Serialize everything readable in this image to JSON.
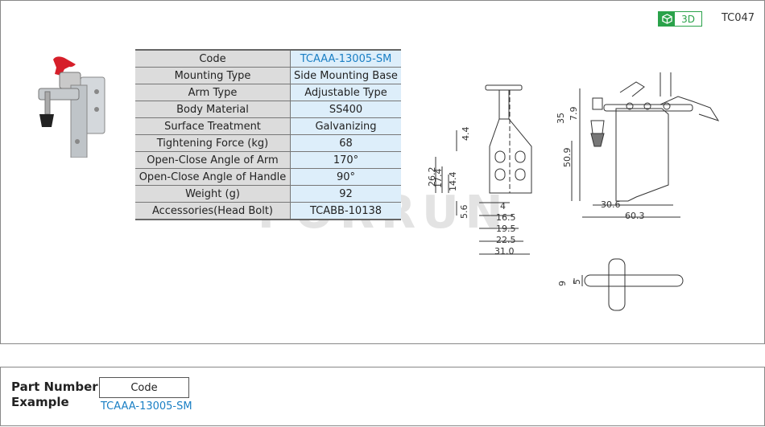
{
  "header": {
    "button_3d": "3D",
    "model_code": "TC047"
  },
  "watermark": "FORRUN",
  "spec_table": {
    "rows": [
      {
        "label": "Code",
        "value": "TCAAA-13005-SM"
      },
      {
        "label": "Mounting Type",
        "value": "Side Mounting Base"
      },
      {
        "label": "Arm Type",
        "value": "Adjustable Type"
      },
      {
        "label": "Body Material",
        "value": "SS400"
      },
      {
        "label": "Surface Treatment",
        "value": "Galvanizing"
      },
      {
        "label": "Tightening Force (kg)",
        "value": "68"
      },
      {
        "label": "Open-Close Angle of Arm",
        "value": "170°"
      },
      {
        "label": "Open-Close  Angle of Handle",
        "value": "90°"
      },
      {
        "label": "Weight (g)",
        "value": "92"
      },
      {
        "label": "Accessories(Head Bolt)",
        "value": "TCABB-10138"
      }
    ]
  },
  "dimensions": {
    "front": [
      "4.4",
      "26.2",
      "17.4",
      "14.4",
      "5.6",
      "4",
      "16.5",
      "19.5",
      "22.5",
      "31.0"
    ],
    "side": [
      "35",
      "7.9",
      "50.9",
      "30.6",
      "60.3"
    ],
    "top": [
      "9",
      "5"
    ]
  },
  "part_number": {
    "title_line1": "Part Number",
    "title_line2": "Example",
    "code_header": "Code",
    "code_value": "TCAAA-13005-SM"
  },
  "colors": {
    "accent_green": "#2aa24a",
    "code_blue": "#1a7fc4",
    "table_key_bg": "#dcdcdc",
    "table_value_bg": "#ddeefa"
  }
}
